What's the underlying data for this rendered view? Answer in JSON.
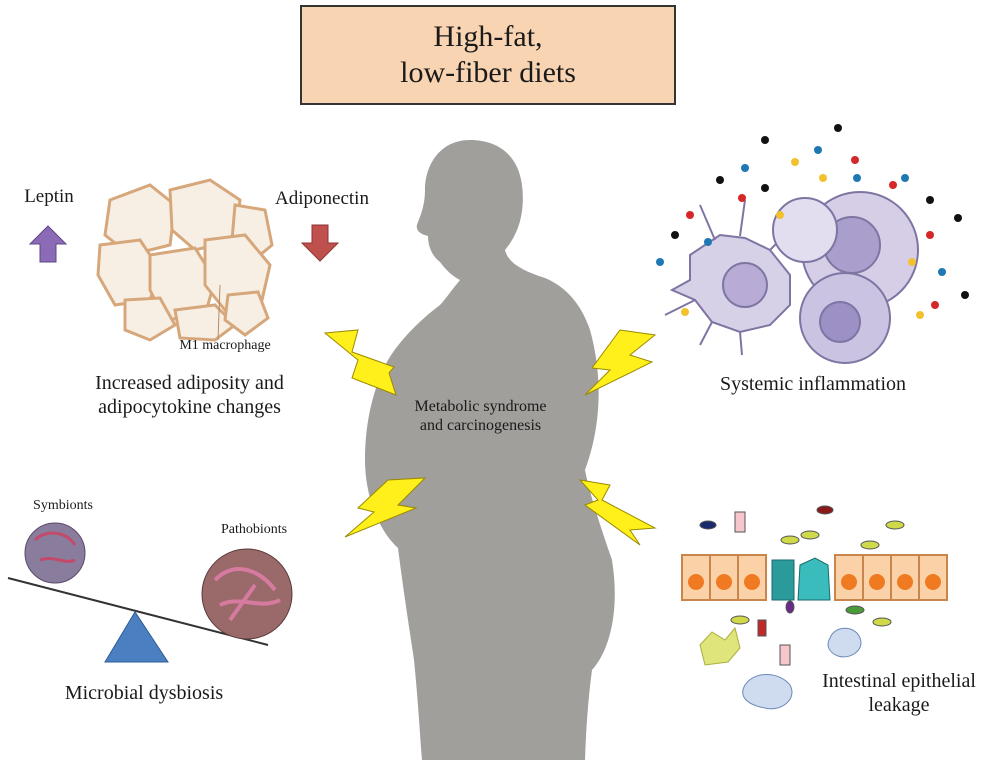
{
  "title": "High-fat,\nlow-fiber diets",
  "center_label": "Metabolic syndrome\nand carcinogenesis",
  "adiposity": {
    "leptin_label": "Leptin",
    "adiponectin_label": "Adiponectin",
    "macrophage_label": "M1 macrophage",
    "caption": "Increased adiposity and\nadipocytokine changes"
  },
  "inflammation": {
    "caption": "Systemic inflammation"
  },
  "dysbiosis": {
    "symbionts_label": "Symbionts",
    "pathobionts_label": "Pathobionts",
    "caption": "Microbial dysbiosis"
  },
  "leakage": {
    "caption": "Intestinal epithelial\nleakage"
  },
  "colors": {
    "title_fill": "#f9d4b2",
    "silhouette": "#a19f9b",
    "lightning": "#ffef1a",
    "up_arrow": "#8b6bb5",
    "down_arrow": "#c0504d",
    "fulcrum": "#4a7fc1"
  },
  "icons": {
    "up_arrow": "arrow-up-icon",
    "down_arrow": "arrow-down-icon",
    "lightning": "lightning-bolt-icon"
  }
}
